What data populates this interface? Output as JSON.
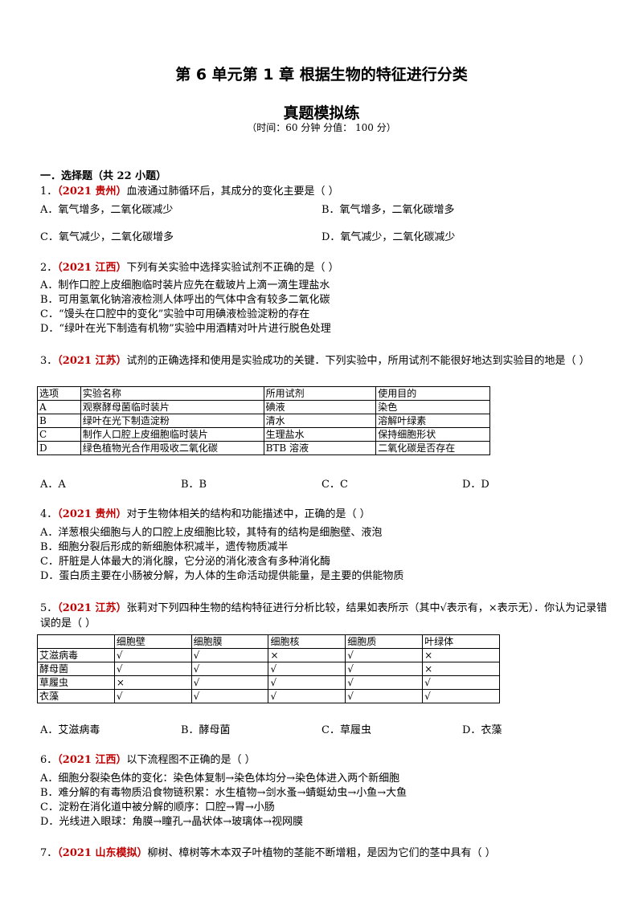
{
  "header": {
    "title": "第 6 单元第 1 章  根据生物的特征进行分类",
    "subtitle": "真题模拟练",
    "meta": "（时间：60 分钟   分值：  100 分）"
  },
  "section": "一．选择题（共 22 小题）",
  "q1": {
    "num": "1．",
    "src": "（2021 贵州）",
    "text": "血液通过肺循环后，其成分的变化主要是（    ）",
    "a": "A．氧气增多，二氧化碳减少",
    "b": "B．氧气增多，二氧化碳增多",
    "c": "C．氧气减少，二氧化碳增多",
    "d": "D．氧气减少，二氧化碳减少"
  },
  "q2": {
    "num": "2．",
    "src": "（2021 江西）",
    "text": "下列有关实验中选择实验试剂不正确的是（    ）",
    "a": "A．制作口腔上皮细胞临时装片应先在载玻片上滴一滴生理盐水",
    "b": "B．可用氢氧化钠溶液检测人体呼出的气体中含有较多二氧化碳",
    "c": "C．“馒头在口腔中的变化”实验中可用碘液检验淀粉的存在",
    "d": "D．“绿叶在光下制造有机物”实验中用酒精对叶片进行脱色处理"
  },
  "q3": {
    "num": "3．",
    "src": "（2021 江苏）",
    "text": "试剂的正确选择和使用是实验成功的关键．下列实验中，所用试剂不能很好地达到实验目的地是（    ）",
    "table": [
      [
        "选项",
        "实验名称",
        "所用试剂",
        "使用目的"
      ],
      [
        "A",
        "观察酵母菌临时装片",
        "碘液",
        "染色"
      ],
      [
        "B",
        "绿叶在光下制造淀粉",
        "清水",
        "溶解叶绿素"
      ],
      [
        "C",
        "制作人口腔上皮细胞临时装片",
        "生理盐水",
        "保持细胞形状"
      ],
      [
        "D",
        "绿色植物光合作用吸收二氧化碳",
        "BTB 溶液",
        "二氧化碳是否存在"
      ]
    ],
    "a": "A．A",
    "b": "B．B",
    "c": "C．C",
    "d": "D．D"
  },
  "q4": {
    "num": "4．",
    "src": "（2021 贵州）",
    "text": "对于生物体相关的结构和功能描述中，正确的是（    ）",
    "a": "A．洋葱根尖细胞与人的口腔上皮细胞比较，其特有的结构是细胞壁、液泡",
    "b": "B．细胞分裂后形成的新细胞体积减半，遗传物质减半",
    "c": "C．肝脏是人体最大的消化腺，它分泌的消化液含有多种消化酶",
    "d": "D．蛋白质主要在小肠被分解，为人体的生命活动提供能量，是主要的供能物质"
  },
  "q5": {
    "num": "5．",
    "src": "（2021 江苏）",
    "text": "张莉对下列四种生物的结构特征进行分析比较，结果如表所示（其中√表示有，×表示无）．你认为记录错误的是（    ）",
    "table": [
      [
        "",
        "细胞壁",
        "细胞膜",
        "细胞核",
        "细胞质",
        "叶绿体"
      ],
      [
        "艾滋病毒",
        "√",
        "√",
        "×",
        "√",
        "×"
      ],
      [
        "酵母菌",
        "√",
        "√",
        "√",
        "√",
        "×"
      ],
      [
        "草履虫",
        "×",
        "√",
        "√",
        "√",
        "√"
      ],
      [
        "衣藻",
        "√",
        "√",
        "√",
        "√",
        "√"
      ]
    ],
    "a": "A．艾滋病毒",
    "b": "B．酵母菌",
    "c": "C．草履虫",
    "d": "D．衣藻"
  },
  "q6": {
    "num": "6．",
    "src": "（2021 江西）",
    "text": "以下流程图不正确的是（    ）",
    "a": "A．细胞分裂染色体的变化：染色体复制→染色体均分→染色体进入两个新细胞",
    "b": "B．难分解的有毒物质沿食物链积累：水生植物→剑水蚤→蜻蜓幼虫→小鱼→大鱼",
    "c": "C．淀粉在消化道中被分解的顺序：口腔→胃→小肠",
    "d": "D．光线进入眼球：角膜→瞳孔→晶状体→玻璃体→视网膜"
  },
  "q7": {
    "num": "7．",
    "src": "（2021 山东模拟）",
    "text": "柳树、樟树等木本双子叶植物的茎能不断增粗，是因为它们的茎中具有（    ）"
  }
}
